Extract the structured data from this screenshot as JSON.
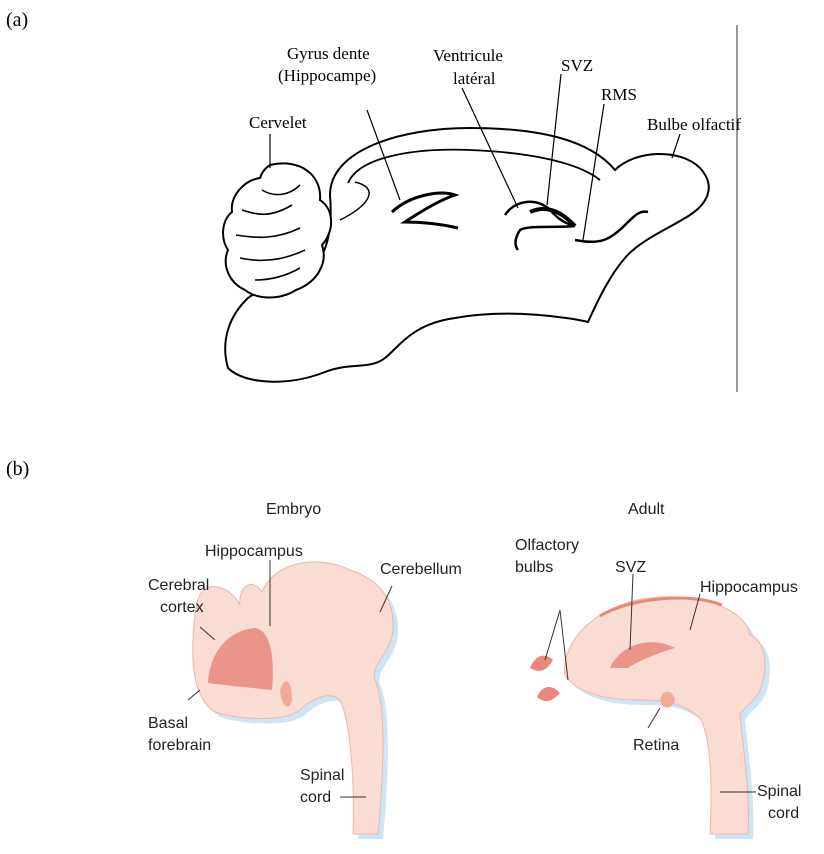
{
  "panel_a": {
    "tag": "(a)",
    "labels": {
      "gyrus_line1": "Gyrus dente",
      "gyrus_line2": "(Hippocampe)",
      "ventricule_line1": "Ventricule",
      "ventricule_line2": "latéral",
      "svz": "SVZ",
      "rms": "RMS",
      "cervelet": "Cervelet",
      "bulbe": "Bulbe olfactif"
    }
  },
  "panel_b": {
    "tag": "(b)",
    "embryo": {
      "title": "Embryo",
      "hippocampus": "Hippocampus",
      "cerebral_line1": "Cerebral",
      "cerebral_line2": "cortex",
      "cerebellum": "Cerebellum",
      "basal_line1": "Basal",
      "basal_line2": "forebrain",
      "spinal_line1": "Spinal",
      "spinal_line2": "cord"
    },
    "adult": {
      "title": "Adult",
      "olfactory_line1": "Olfactory",
      "olfactory_line2": "bulbs",
      "svz": "SVZ",
      "hippocampus": "Hippocampus",
      "retina": "Retina",
      "spinal_line1": "Spinal",
      "spinal_line2": "cord"
    }
  },
  "colors": {
    "tissue_fill": "#f9dcd3",
    "tissue_shadow": "#cfe4f5",
    "highlight": "#e9877a",
    "line": "#000000"
  }
}
